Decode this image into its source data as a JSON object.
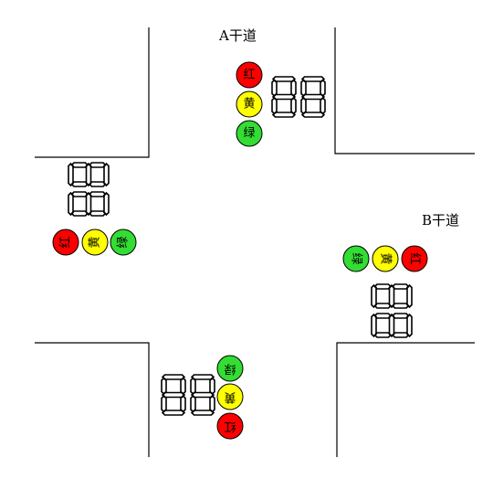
{
  "labels": {
    "road_a": "A干道",
    "road_b": "B干道"
  },
  "lights": {
    "red": "红",
    "yellow": "黄",
    "green": "绿"
  },
  "colors": {
    "red": "#ff0000",
    "yellow": "#ffff00",
    "green": "#33dd33",
    "line": "#000000",
    "segment": "#000000"
  },
  "counters": {
    "north": "88",
    "west": "88",
    "east": "88",
    "south": "88"
  }
}
